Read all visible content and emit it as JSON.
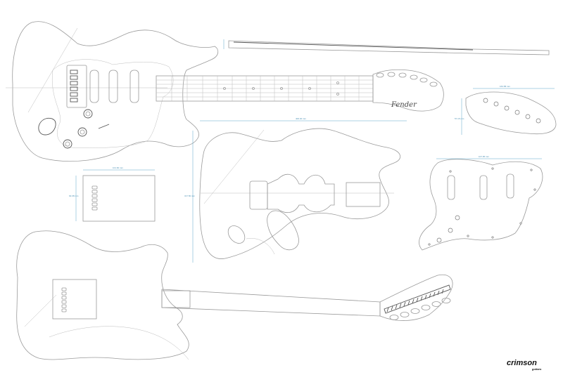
{
  "sheet": {
    "headstock_logo": "Fender",
    "brand_logo": {
      "name": "crimson",
      "tagline": "guitars"
    },
    "dimensions": {
      "top_body_width": "406.40 mm",
      "body_height": "317.50 mm",
      "pickguard_width": "107.95 mm",
      "back_plate_width": "101.60 mm",
      "back_plate_height": "92.08 mm",
      "headstock_width": "163.58 mm",
      "headstock_height": "57.15 mm"
    }
  }
}
